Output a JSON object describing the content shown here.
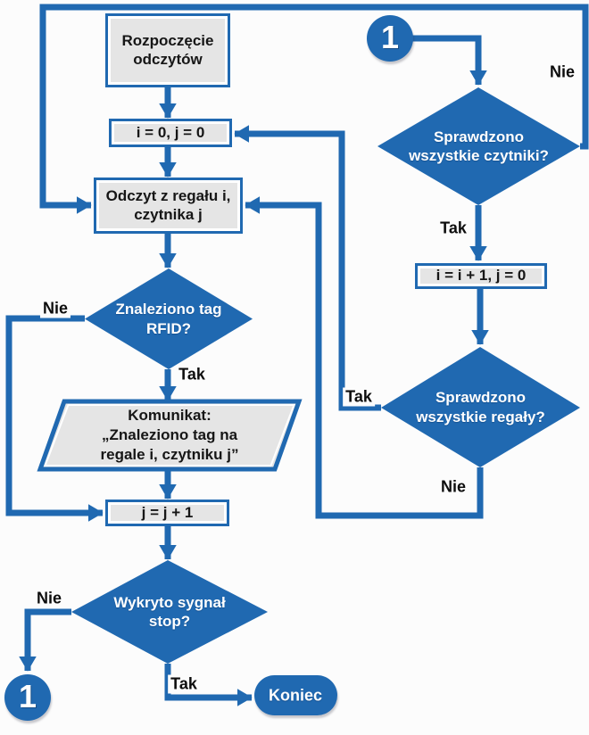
{
  "palette": {
    "blue": "#2069b1",
    "box_fill": "#e5e5e5",
    "box_text": "#161616",
    "label_text": "#0d0d0d",
    "white_text": "#ffffff",
    "background": "#fcfcfc"
  },
  "labels": {
    "yes": "Tak",
    "no": "Nie"
  },
  "connector": {
    "offpage_label": "1"
  },
  "nodes": {
    "start": {
      "lines": [
        "Rozpoczęcie",
        "odczytów"
      ]
    },
    "init": {
      "label": "i = 0, j = 0"
    },
    "read": {
      "lines": [
        "Odczyt z regału i,",
        "czytnika j"
      ]
    },
    "tag_found": {
      "lines": [
        "Znaleziono tag",
        "RFID?"
      ]
    },
    "message": {
      "lines": [
        "Komunikat:",
        "„Znaleziono tag na",
        "regale i, czytniku j”"
      ]
    },
    "incr_j": {
      "label": "j = j + 1"
    },
    "stop": {
      "lines": [
        "Wykryto sygnał",
        "stop?"
      ]
    },
    "end": {
      "label": "Koniec"
    },
    "all_readers": {
      "lines": [
        "Sprawdzono",
        "wszystkie czytniki?"
      ]
    },
    "incr_i": {
      "label": "i = i + 1, j = 0"
    },
    "all_shelves": {
      "lines": [
        "Sprawdzono",
        "wszystkie regały?"
      ]
    }
  }
}
